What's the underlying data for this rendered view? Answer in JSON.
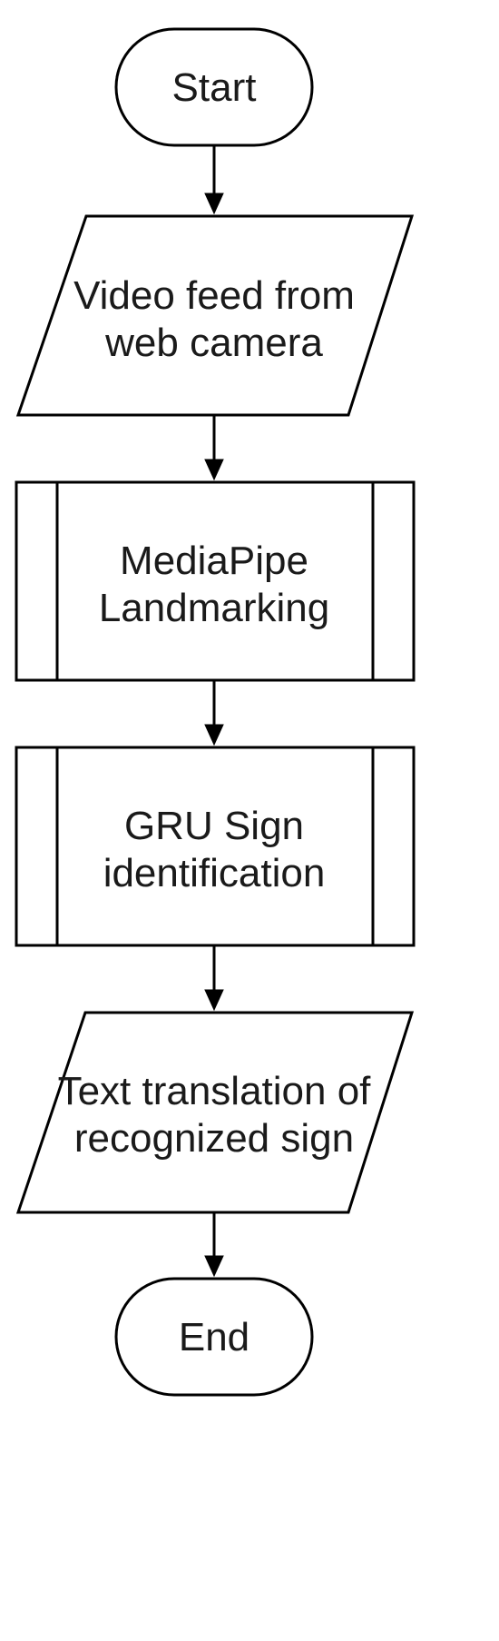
{
  "flowchart": {
    "start": "Start",
    "input_lines": [
      "Video feed from",
      "web camera"
    ],
    "process1_lines": [
      "MediaPipe",
      "Landmarking"
    ],
    "process2_lines": [
      "GRU Sign",
      "identification"
    ],
    "output_lines": [
      "Text translation of",
      "recognized sign"
    ],
    "end": "End"
  }
}
